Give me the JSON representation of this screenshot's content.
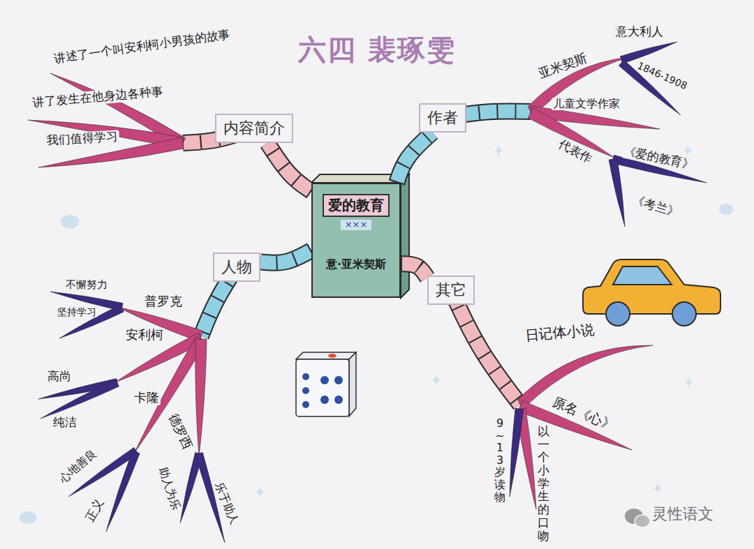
{
  "diagram": {
    "title": "六四 裴琢雯",
    "nodes": [
      {
        "text": [
          "爱的教育",
          "×××",
          "意·亚米契斯"
        ]
      },
      {
        "text": [
          "内容简介"
        ]
      },
      {
        "text": [
          "作者"
        ]
      },
      {
        "text": [
          "人物"
        ]
      },
      {
        "text": [
          "其它"
        ]
      }
    ],
    "edges": [
      {
        "from": 0,
        "to": 1,
        "arrow": "none"
      },
      {
        "from": 0,
        "to": 2,
        "arrow": "none"
      },
      {
        "from": 0,
        "to": 3,
        "arrow": "none"
      },
      {
        "from": 0,
        "to": 4,
        "arrow": "none"
      }
    ],
    "labels": [
      "讲述了一个叫安利柯小男孩的故事",
      "讲了发生在他身边各种事",
      "我们值得学习",
      "亚米契斯",
      "意大利人",
      "1846-1908",
      "儿童文学作家",
      "代表作",
      "《爱的教育》",
      "《考兰》",
      "普罗克",
      "不懈努力",
      "坚持学习",
      "安利柯",
      "高尚",
      "纯洁",
      "卡隆",
      "心地善良",
      "正义",
      "德罗西",
      "助人为乐",
      "乐于助人",
      "日记体小说",
      "原名《心》",
      "9~13岁读物",
      "以一个小学生的口吻",
      "灵性语文"
    ]
  }
}
